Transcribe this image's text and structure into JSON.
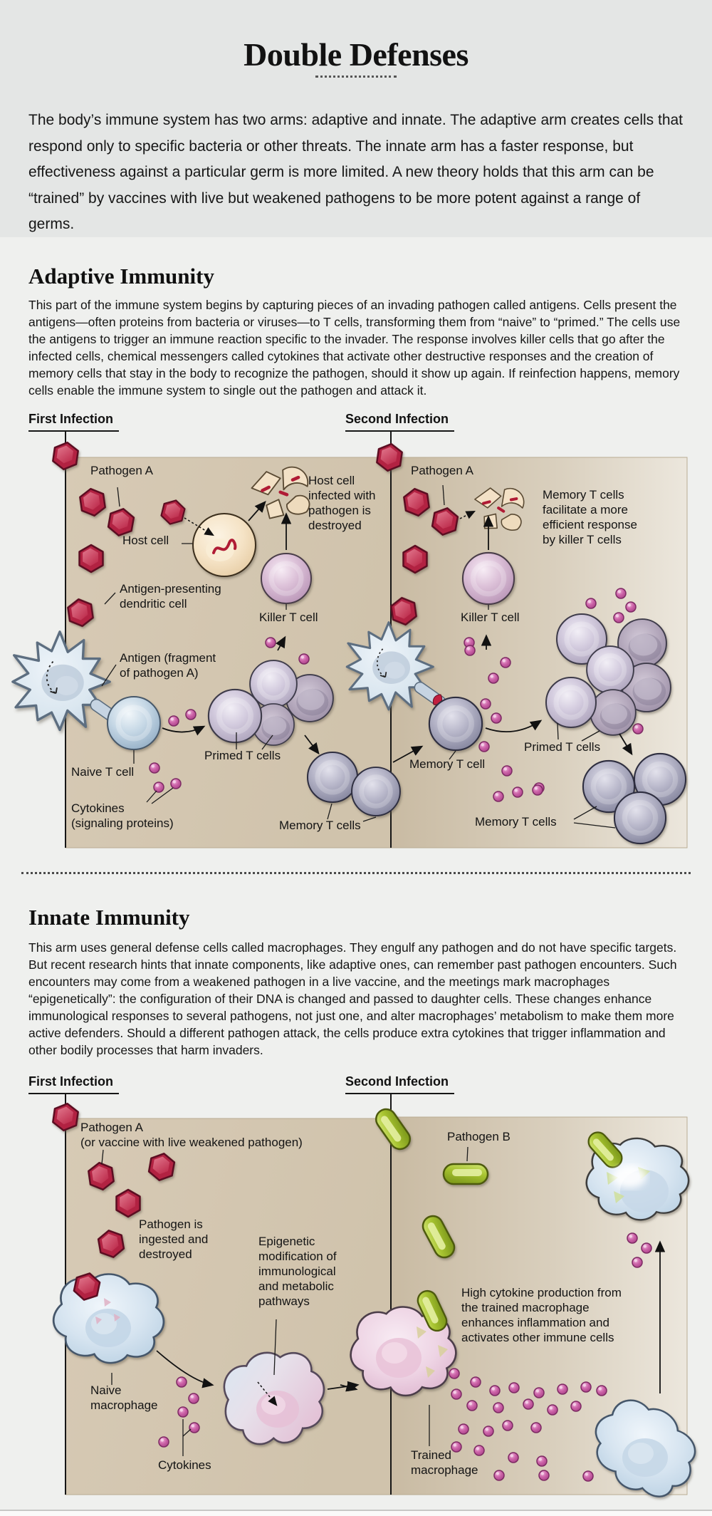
{
  "header": {
    "title": "Double Defenses",
    "intro": "The body’s immune system has two arms: adaptive and innate. The adaptive arm creates cells that respond only to specific bacteria or other threats. The innate arm has a faster response, but effectiveness against a particular germ is more limited. A new theory holds that this arm can be “trained” by vaccines with live but weakened pathogens to be more potent against a range of germs."
  },
  "adaptive": {
    "heading": "Adaptive Immunity",
    "description": "This part of the immune system begins by capturing pieces of an invading pathogen called antigens. Cells present the antigens—often proteins from bacteria or viruses—to T cells, transforming them from “naive” to “primed.” The cells use the antigens to trigger an immune reaction specific to the invader. The response involves killer cells that go after the infected cells, chemical messengers called cytokines that activate other destructive responses and the creation of memory cells that stay in the body to recognize the pathogen, should it show up again. If reinfection happens, memory cells enable the immune system to single out the pathogen and attack it.",
    "panel1": {
      "title": "First Infection",
      "pathogen_a": "Pathogen A",
      "host_cell": "Host cell",
      "host_destroyed": "Host cell\ninfected with\npathogen is\ndestroyed",
      "killer_t": "Killer T cell",
      "dendritic": "Antigen-presenting\ndendritic cell",
      "antigen": "Antigen (fragment\nof pathogen A)",
      "naive_t": "Naive T cell",
      "cytokines": "Cytokines\n(signaling proteins)",
      "primed": "Primed T cells",
      "memory": "Memory T cells"
    },
    "panel2": {
      "title": "Second Infection",
      "pathogen_a": "Pathogen A",
      "note": "Memory T cells\nfacilitate a more\nefficient response\nby killer T cells",
      "killer_t": "Killer T cell",
      "memory_single": "Memory T cell",
      "primed": "Primed T cells",
      "memory": "Memory T cells"
    }
  },
  "innate": {
    "heading": "Innate Immunity",
    "description": "This arm uses general defense cells called macrophages. They engulf any pathogen and do not have specific targets. But recent research hints that innate components, like adaptive ones, can remember past pathogen encounters. Such encounters may come from a weakened pathogen in a live vaccine, and the meetings mark macrophages “epigenetically”: the configuration of their DNA is changed and passed to daughter cells. These changes enhance immunological responses to several pathogens, not just one, and alter macrophages’ metabolism to make them more active defenders. Should a different pathogen attack, the cells produce extra cytokines that trigger inflammation and other bodily processes that harm invaders.",
    "panel1": {
      "title": "First Infection",
      "pathogen_a": "Pathogen A",
      "vaccine_note": "(or vaccine with live weakened pathogen)",
      "ingested": "Pathogen is\ningested and\ndestroyed",
      "epigenetic": "Epigenetic\nmodification of\nimmunological\nand metabolic\npathways",
      "naive_macrophage": "Naive\nmacrophage",
      "cytokines": "Cytokines"
    },
    "panel2": {
      "title": "Second Infection",
      "pathogen_b": "Pathogen B",
      "high_cytokine": "High cytokine production from\nthe trained macrophage\nenhances inflammation and\nactivates other immune cells",
      "trained_macrophage": "Trained\nmacrophage"
    }
  },
  "colors": {
    "page_bg": "#eff0ee",
    "header_bg": "#e4e6e5",
    "panel_tan": "#d5c8b2",
    "panel_tan_light": "#ece7dd",
    "pathogen_a": "#c22a4c",
    "pathogen_b": "#a9c832",
    "cytokine": "#c4579e",
    "killer_t_cell": "#c2a0c0",
    "primed_t_cell": "#c3b8ca",
    "memory_t_cell": "#9298af",
    "naive_t_cell": "#aec8dc",
    "dendritic_cell": "#d7e3ee",
    "macrophage_naive": "#cfdfec",
    "macrophage_trained": "#e9cade",
    "host_cell": "#f4e2c2",
    "ink": "#1a1a1a"
  }
}
